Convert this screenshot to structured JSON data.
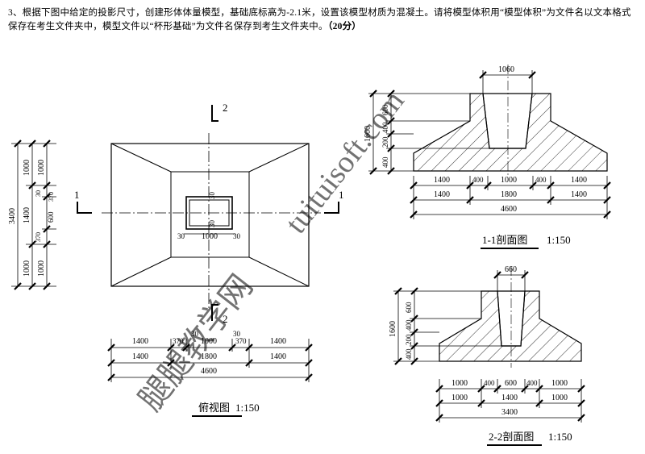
{
  "question": {
    "text": "3、根据下图中给定的投影尺寸，创建形体体量模型，基础底标高为-2.1米，设置该模型材质为混凝土。请将模型体积用“模型体积”为文件名以文本格式保存在考生文件夹中，模型文件以“杯形基础”为文件名保存到考生文件夹中。",
    "score": "（20分）"
  },
  "watermark": {
    "url": "tuituisoft.com",
    "name": "腿腿教学网"
  },
  "plan": {
    "caption": "俯视图",
    "scale": "1:150",
    "section_marks": [
      "1",
      "1",
      "2",
      "2"
    ],
    "left_dims_outer": [
      "3400"
    ],
    "left_dims_mid": [
      "1000",
      "1400",
      "1000"
    ],
    "left_dims_inner": [
      "1000",
      "30",
      "370",
      "600",
      "370",
      "1000"
    ],
    "inner_dims": [
      "30",
      "1000",
      "30",
      "30",
      "30"
    ],
    "bottom_row1": [
      "1400",
      "370",
      "30",
      "1000",
      "30",
      "370",
      "1400"
    ],
    "bottom_row2": [
      "1400",
      "1800",
      "1400"
    ],
    "bottom_row3": [
      "4600"
    ]
  },
  "section1": {
    "caption": "1-1剖面图",
    "scale": "1:150",
    "top_dim": "1060",
    "left_outer": "1600",
    "left_inner": [
      "600",
      "400",
      "200",
      "400"
    ],
    "row1": [
      "1400",
      "400",
      "1000",
      "400",
      "1400"
    ],
    "row2": [
      "1400",
      "1800",
      "1400"
    ],
    "row3": [
      "4600"
    ]
  },
  "section2": {
    "caption": "2-2剖面图",
    "scale": "1:150",
    "top_dim": "660",
    "left_outer": "1600",
    "left_inner": [
      "600",
      "400",
      "200",
      "400"
    ],
    "row1": [
      "1000",
      "400",
      "600",
      "400",
      "1000"
    ],
    "row2": [
      "1000",
      "1400",
      "1000"
    ],
    "row3": [
      "3400"
    ]
  }
}
